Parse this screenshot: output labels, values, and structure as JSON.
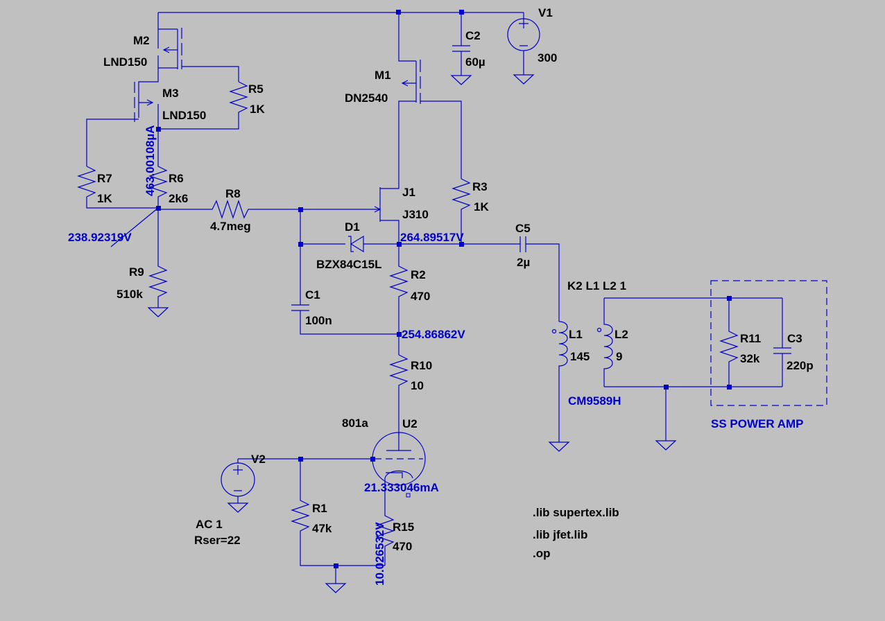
{
  "components": {
    "m2": {
      "ref": "M2",
      "model": "LND150"
    },
    "m3": {
      "ref": "M3",
      "model": "LND150"
    },
    "r5": {
      "ref": "R5",
      "value": "1K"
    },
    "r7": {
      "ref": "R7",
      "value": "1K"
    },
    "r6": {
      "ref": "R6",
      "value": "2k6"
    },
    "r8": {
      "ref": "R8",
      "value": "4.7meg"
    },
    "r9": {
      "ref": "R9",
      "value": "510k"
    },
    "m1": {
      "ref": "M1",
      "model": "DN2540"
    },
    "c2": {
      "ref": "C2",
      "value": "60µ"
    },
    "v1": {
      "ref": "V1",
      "value": "300"
    },
    "j1": {
      "ref": "J1",
      "model": "J310"
    },
    "r3": {
      "ref": "R3",
      "value": "1K"
    },
    "d1": {
      "ref": "D1",
      "model": "BZX84C15L"
    },
    "c5": {
      "ref": "C5",
      "value": "2µ"
    },
    "r2": {
      "ref": "R2",
      "value": "470"
    },
    "c1": {
      "ref": "C1",
      "value": "100n"
    },
    "r10": {
      "ref": "R10",
      "value": "10"
    },
    "u2": {
      "ref": "U2",
      "model": "801a"
    },
    "v2": {
      "ref": "V2",
      "value": "AC 1",
      "extra": "Rser=22"
    },
    "r1": {
      "ref": "R1",
      "value": "47k"
    },
    "r15": {
      "ref": "R15",
      "value": "470"
    },
    "l1": {
      "ref": "L1",
      "value": "145"
    },
    "l2": {
      "ref": "L2",
      "value": "9"
    },
    "r11": {
      "ref": "R11",
      "value": "32k"
    },
    "c3": {
      "ref": "C3",
      "value": "220p"
    }
  },
  "directives": {
    "coupling": "K2 L1 L2 1",
    "lib1": ".lib supertex.lib",
    "lib2": ".lib jfet.lib",
    "op": ".op"
  },
  "annotations": {
    "transformer": "CM9589H",
    "amp_box": "SS POWER AMP"
  },
  "probes": {
    "i_m3": "463.00108µA",
    "v_r8": "238.92319V",
    "v_out": "264.89517V",
    "v_r2": "254.86862V",
    "i_u2": "21.333046mA",
    "v_cathode": "10.026532V"
  },
  "colors": {
    "background": "#c0c0c0",
    "wire": "#0000cc",
    "text": "#000000"
  }
}
